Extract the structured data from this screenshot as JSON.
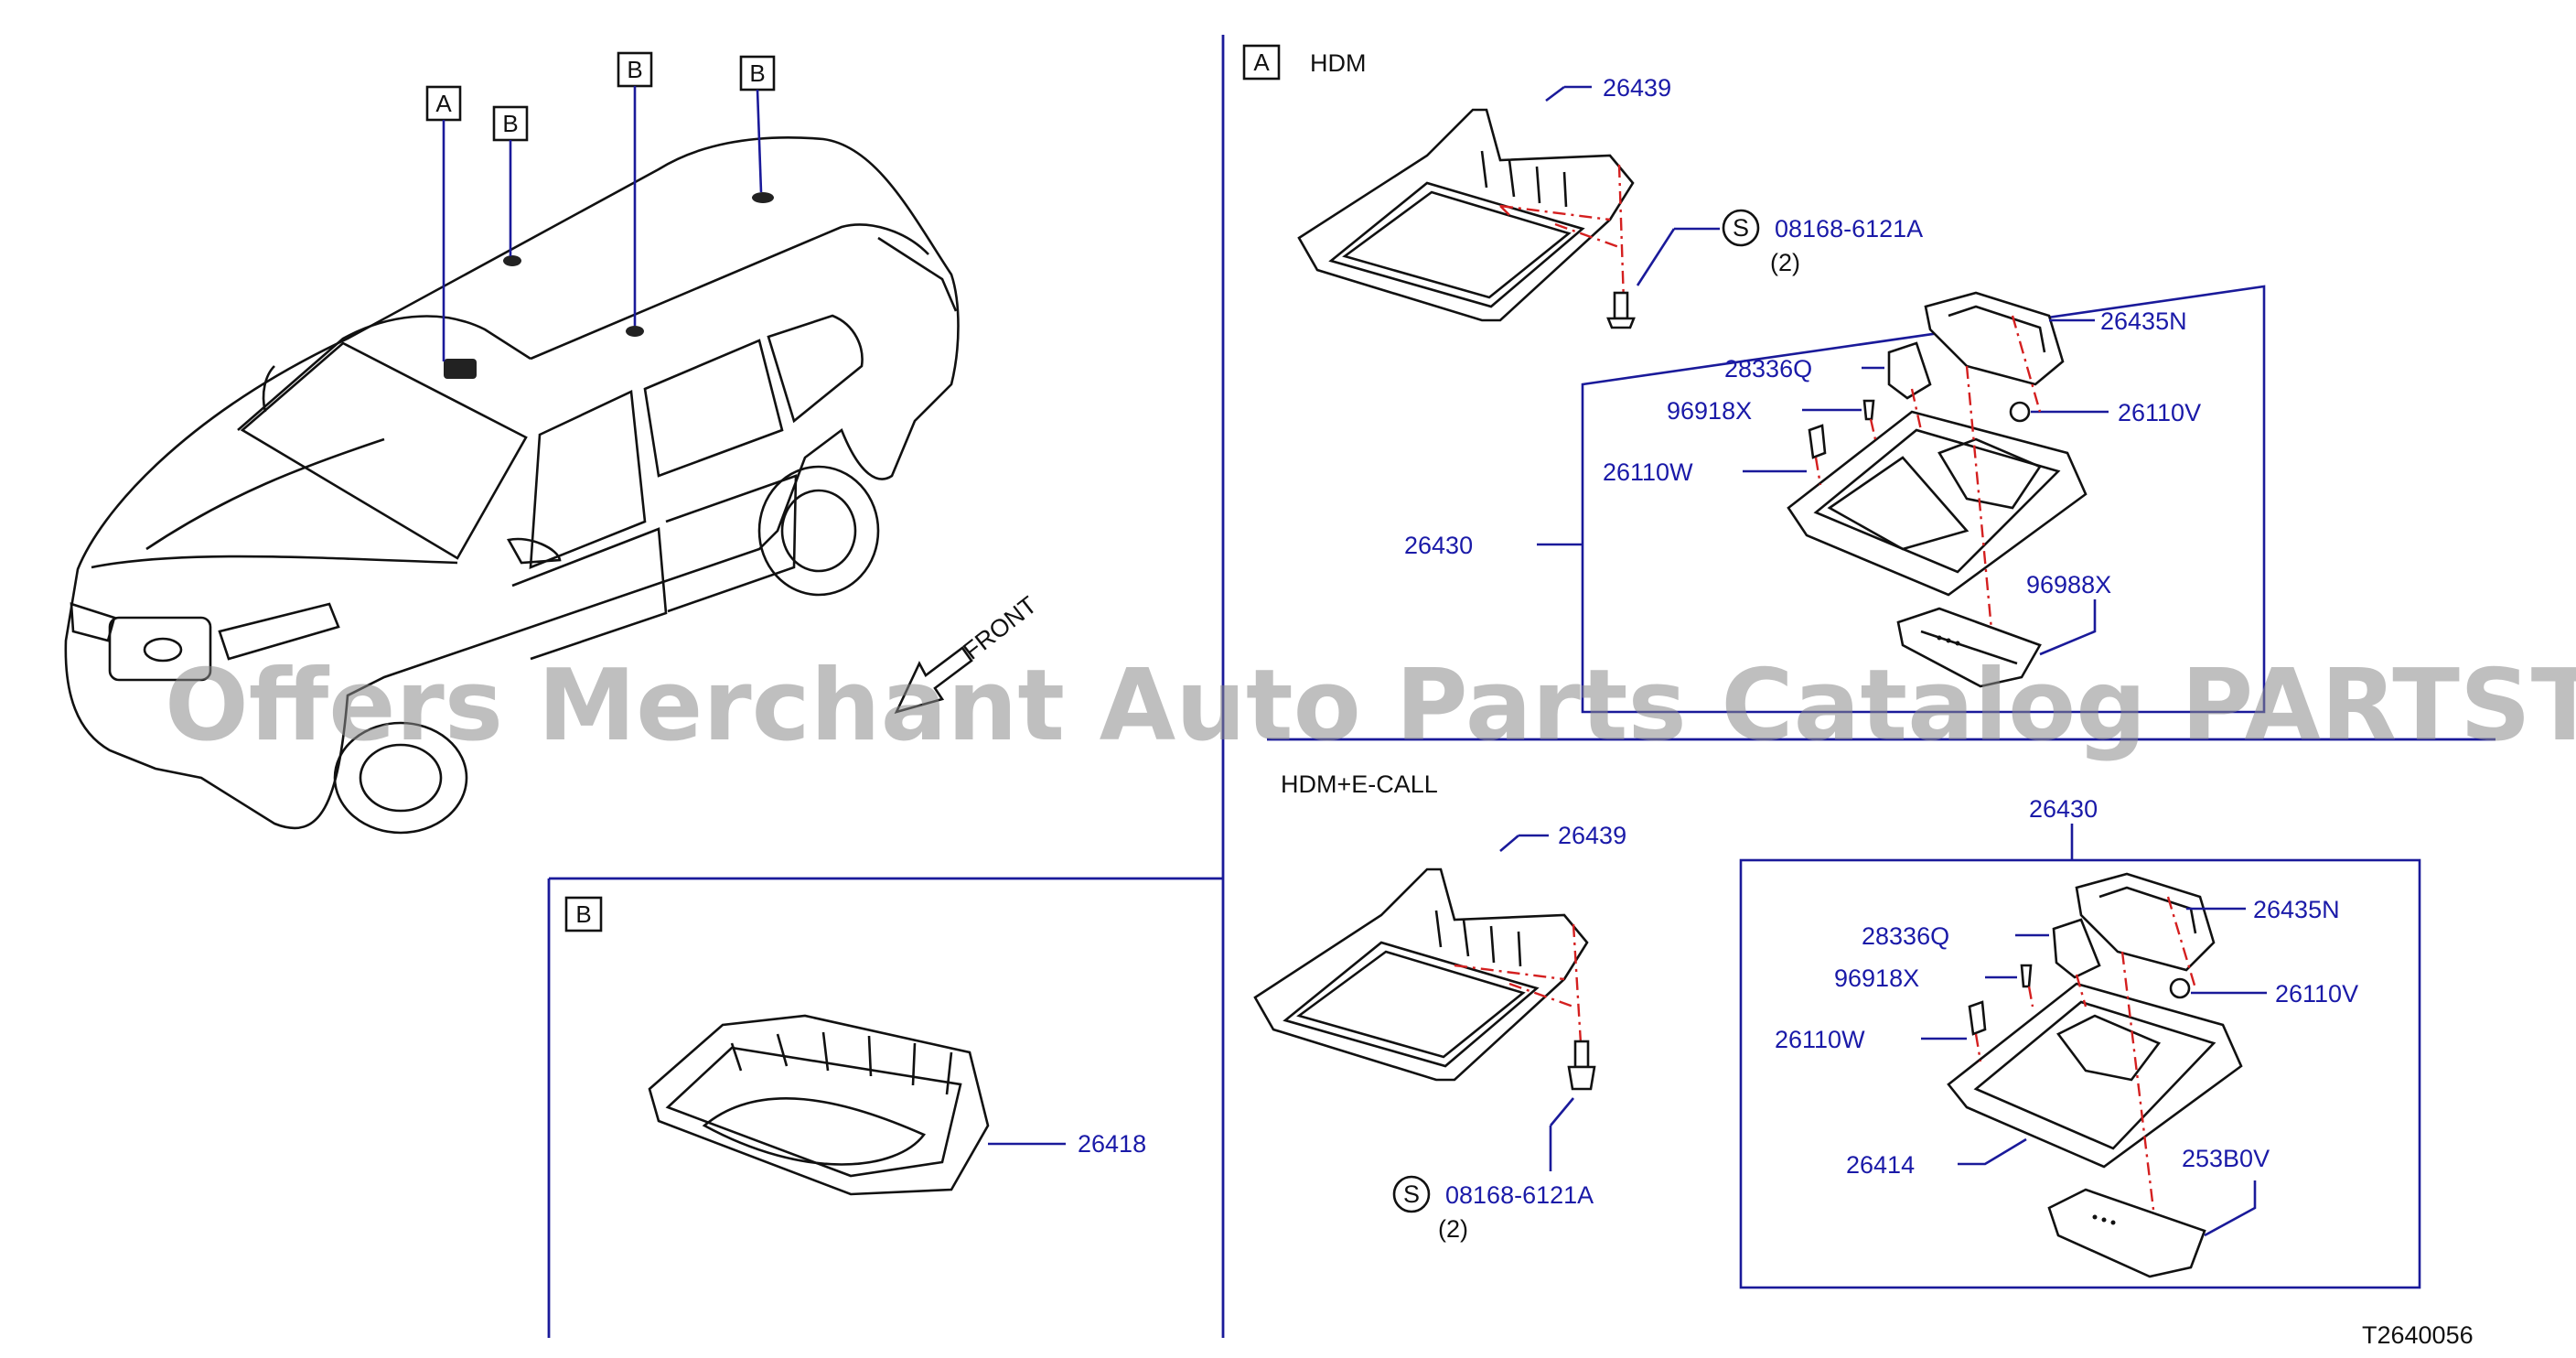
{
  "diagram_code": "T2640056",
  "watermark": "Offers Merchant Auto Parts Catalog PARTSTORE.SA",
  "vehicle": {
    "front_label": "FRONT",
    "callouts": [
      "A",
      "B",
      "B",
      "B"
    ]
  },
  "section_b": {
    "box_label": "B",
    "part_label": "26418"
  },
  "section_a": {
    "box_label": "A",
    "variant": "HDM",
    "parts": {
      "bracket": "26439",
      "screw_symbol": "S",
      "screw": "08168-6121A",
      "screw_qty": "(2)",
      "switch": "26435N",
      "connector": "28336Q",
      "clip_x": "96918X",
      "bulb_v": "26110V",
      "bulb_w": "26110W",
      "assembly": "26430",
      "lens": "96988X"
    }
  },
  "section_c": {
    "variant": "HDM+E-CALL",
    "parts": {
      "bracket": "26439",
      "screw_symbol": "S",
      "screw": "08168-6121A",
      "screw_qty": "(2)",
      "assembly": "26430",
      "switch": "26435N",
      "connector": "28336Q",
      "clip_x": "96918X",
      "bulb_v": "26110V",
      "bulb_w": "26110W",
      "housing": "26414",
      "lens": "253B0V"
    }
  }
}
